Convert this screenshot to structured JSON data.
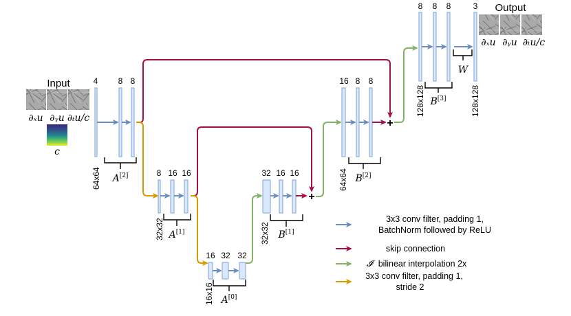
{
  "input": {
    "title": "Input",
    "labels": [
      "∂ₓu",
      "∂ᵧu",
      "∂ₜu/c"
    ],
    "c_label": "c"
  },
  "output": {
    "title": "Output",
    "labels": [
      "∂ₓu",
      "∂ᵧu",
      "∂ₜu/c"
    ]
  },
  "levels": {
    "a2": {
      "channels": [
        "4",
        "8",
        "8"
      ],
      "size": "64x64",
      "block": "A",
      "block_sup": "[2]"
    },
    "a1": {
      "channels": [
        "8",
        "16",
        "16"
      ],
      "size": "32x32",
      "block": "A",
      "block_sup": "[1]"
    },
    "a0": {
      "channels": [
        "16",
        "32",
        "32"
      ],
      "size": "16x16",
      "block": "A",
      "block_sup": "[0]"
    },
    "b1": {
      "channels": [
        "32",
        "16",
        "16"
      ],
      "size": "32x32",
      "block": "B",
      "block_sup": "[1]"
    },
    "b2": {
      "channels": [
        "16",
        "8",
        "8"
      ],
      "size": "64x64",
      "block": "B",
      "block_sup": "[2]"
    },
    "b3": {
      "channels": [
        "8",
        "8",
        "8"
      ],
      "size": "128x128",
      "block": "B",
      "block_sup": "[3]"
    },
    "out": {
      "channels": [
        "3"
      ],
      "size": "128x128",
      "block": "W"
    }
  },
  "plus": "+",
  "legend": [
    {
      "color": "#6c8ebf",
      "lines": [
        "3x3 conv filter, padding 1,",
        "BatchNorm followed by ReLU"
      ]
    },
    {
      "color": "#a50f4a",
      "lines": [
        "skip connection"
      ]
    },
    {
      "color": "#82b366",
      "symbol": "𝓘",
      "lines": [
        "bilinear interpolation 2x"
      ]
    },
    {
      "color": "#d79b00",
      "lines": [
        "3x3 conv filter, padding 1,",
        "stride 2"
      ]
    }
  ],
  "colors": {
    "conv": "#6c8ebf",
    "skip": "#a50f4a",
    "interp": "#82b366",
    "stride": "#d79b00",
    "bar_fill": "#dae8fc"
  }
}
